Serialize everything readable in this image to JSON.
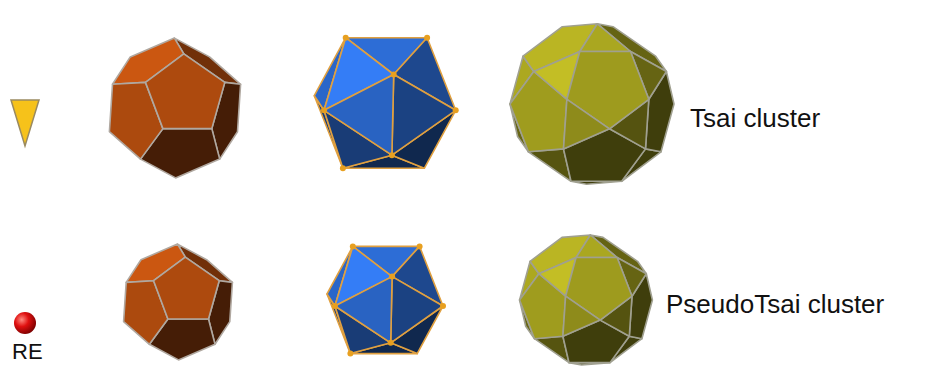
{
  "diagram": {
    "labels": [
      "Tsai cluster",
      "PseudoTsai cluster",
      "RE"
    ]
  }
}
